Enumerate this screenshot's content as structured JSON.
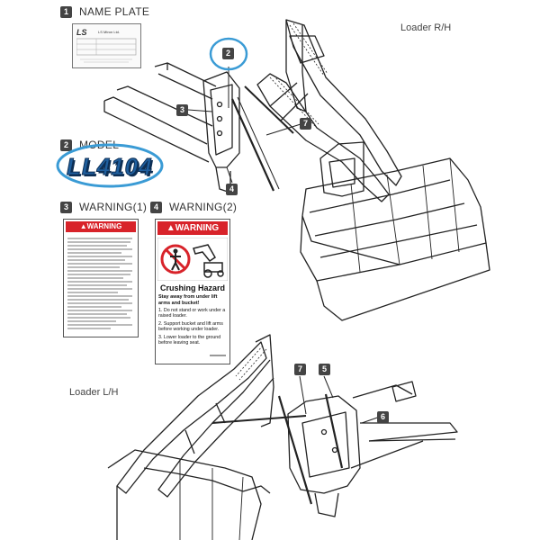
{
  "decals": [
    {
      "num": "1",
      "title": "NAME PLATE"
    },
    {
      "num": "2",
      "title": "MODEL"
    },
    {
      "num": "3",
      "title": "WARNING(1)"
    },
    {
      "num": "4",
      "title": "WARNING(2)"
    }
  ],
  "name_plate": {
    "brand": "LS",
    "company": "LS Mtron Ltd."
  },
  "model_text": "LL4104",
  "warning1": {
    "header": "WARNING"
  },
  "warning2": {
    "header": "WARNING",
    "title": "Crushing Hazard",
    "subtitle": "Stay away from under lift arms and bucket!",
    "items": [
      "1. Do not stand or work under a raised loader.",
      "2. Support bucket and lift arms before working under loader.",
      "3. Lower loader to the ground before leaving seat."
    ]
  },
  "views": {
    "right": "Loader R/H",
    "left": "Loader L/H"
  },
  "callouts": {
    "rh": [
      "2",
      "3",
      "4",
      "7"
    ],
    "lh": [
      "7",
      "5",
      "6"
    ]
  },
  "colors": {
    "warning_red": "#d8232a",
    "badge": "#444444",
    "highlight": "#3a9bd5",
    "model_blue": "#1f5f9e"
  }
}
